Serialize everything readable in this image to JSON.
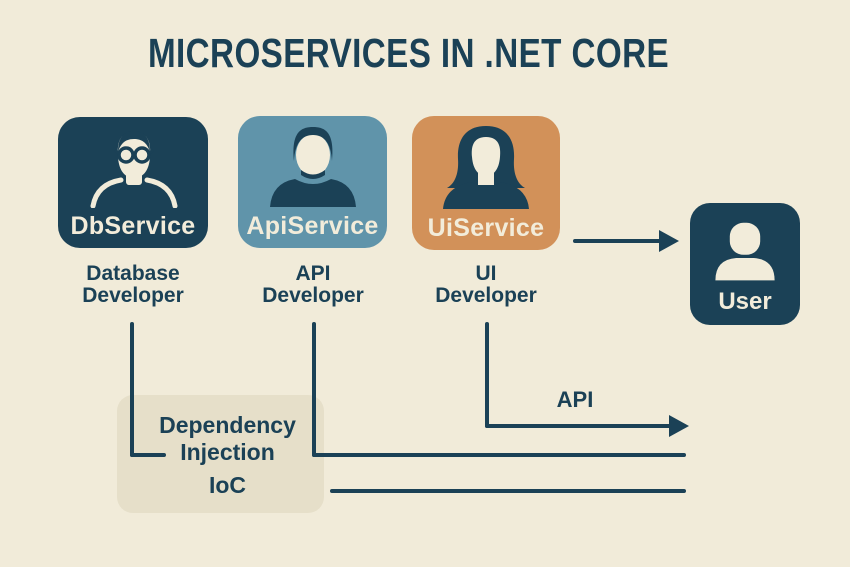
{
  "title": "MICROSERVICES IN .NET CORE",
  "services": [
    {
      "box_label": "DbService",
      "role_line1": "Database",
      "role_line2": "Developer",
      "icon": "developer-with-glasses-icon",
      "color": "#1b4156"
    },
    {
      "box_label": "ApiService",
      "role_line1": "API",
      "role_line2": "Developer",
      "icon": "male-developer-icon",
      "color": "#6094aa"
    },
    {
      "box_label": "UiService",
      "role_line1": "UI",
      "role_line2": "Developer",
      "icon": "female-developer-icon",
      "color": "#d29159"
    }
  ],
  "user": {
    "label": "User",
    "icon": "user-icon",
    "color": "#1b4156"
  },
  "di_box": {
    "line1": "Dependency",
    "line2": "Injection",
    "line3": "IoC"
  },
  "api_arrow_label": "API",
  "colors": {
    "bg": "#f1ebd9",
    "navy": "#1b4156",
    "cream": "#f2ecda",
    "db": "#1b4156",
    "api": "#6094aa",
    "ui": "#d29159",
    "user": "#1b4156",
    "di_bg": "#e6dfc9"
  }
}
